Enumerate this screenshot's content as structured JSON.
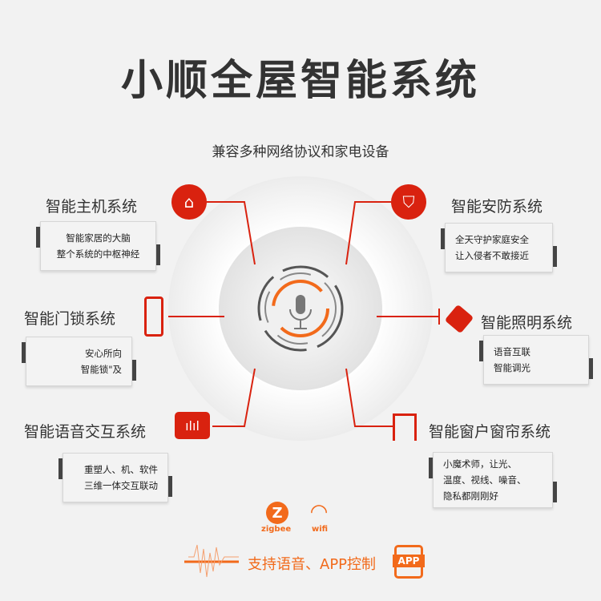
{
  "title": "小顺全屋智能系统",
  "subtitle": "兼容多种网络协议和家电设备",
  "systems": [
    {
      "name": "智能主机系统",
      "desc": [
        "智能家居的大脑",
        "整个系统的中枢神经"
      ]
    },
    {
      "name": "智能安防系统",
      "desc": [
        "全天守护家庭安全",
        "让入侵者不敢接近"
      ]
    },
    {
      "name": "智能门锁系统",
      "desc": [
        "安心所向",
        "智能锁\"及"
      ]
    },
    {
      "name": "智能照明系统",
      "desc": [
        "语音互联",
        "智能调光"
      ]
    },
    {
      "name": "智能语音交互系统",
      "desc": [
        "重塑人、机、软件",
        "三维一体交互联动"
      ]
    },
    {
      "name": "智能窗户窗帘系统",
      "desc": [
        "小魔术师，让光、",
        "温度、视线、噪音、",
        "隐私都刚刚好"
      ]
    }
  ],
  "protocols": {
    "zigbee": "zigbee",
    "wifi": "wifi"
  },
  "footer": {
    "text": "支持语音、APP控制",
    "app_badge": "APP"
  },
  "colors": {
    "red": "#d9220f",
    "orange": "#f26a1b",
    "text": "#333333"
  }
}
